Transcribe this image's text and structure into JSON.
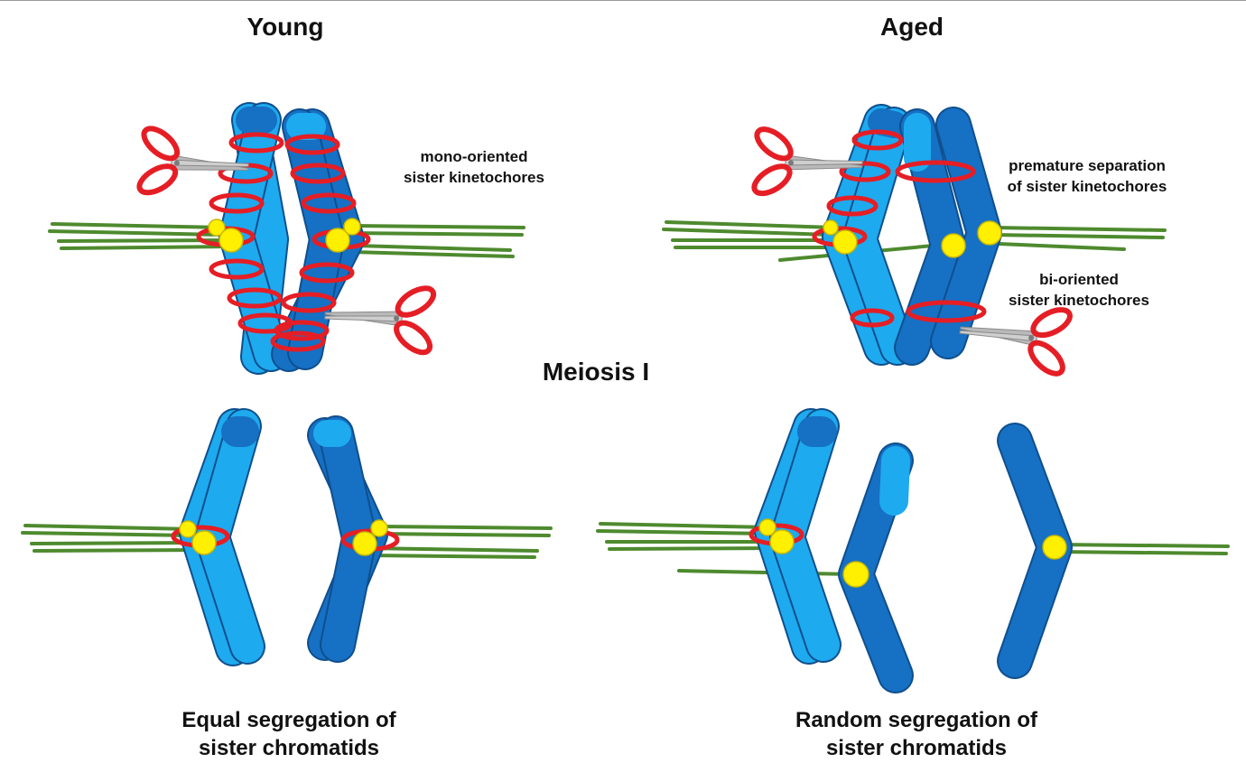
{
  "headings": {
    "young": "Young",
    "aged": "Aged",
    "stage": "Meiosis I"
  },
  "annotations": {
    "mono_1": "mono-oriented",
    "mono_2": "sister kinetochores",
    "premature_1": "premature separation",
    "premature_2": "of sister kinetochores",
    "bi_1": "bi-oriented",
    "bi_2": "sister kinetochores"
  },
  "captions": {
    "equal_1": "Equal segregation of",
    "equal_2": "sister chromatids",
    "random_1": "Random segregation of",
    "random_2": "sister chromatids"
  },
  "colors": {
    "chromatid_light": "#1eaaee",
    "chromatid_dark": "#1670c4",
    "outline": "#0f4f8d",
    "cohesin": "#e51e25",
    "kinetochore": "#ffef00",
    "microtubule": "#4e8a2e",
    "scissors_handle": "#e51e25",
    "scissors_blade": "#b9b9b9"
  },
  "icons": [
    "scissors-icon"
  ]
}
